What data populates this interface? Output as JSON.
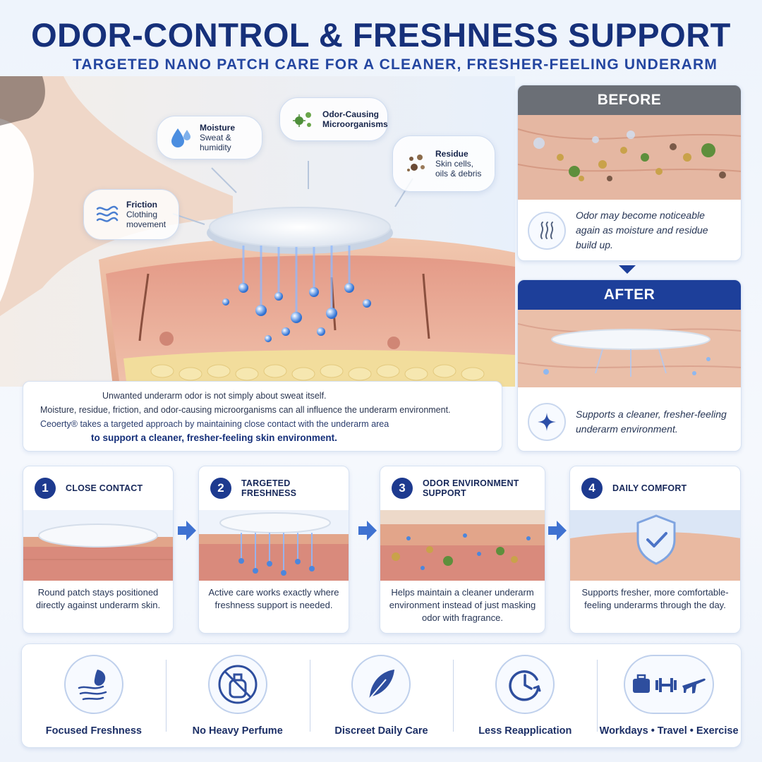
{
  "header": {
    "title": "ODOR-CONTROL & FRESHNESS SUPPORT",
    "subtitle": "TARGETED NANO PATCH CARE FOR A CLEANER, FRESHER-FEELING UNDERARM"
  },
  "callouts": {
    "moisture": {
      "title": "Moisture",
      "desc": "Sweat & humidity",
      "icon": "water-drops-icon"
    },
    "microorganisms": {
      "title": "Odor-Causing Microorganisms",
      "icon": "microbe-icon"
    },
    "residue": {
      "title": "Residue",
      "desc": "Skin cells, oils & debris",
      "icon": "particles-icon"
    },
    "friction": {
      "title": "Friction",
      "desc": "Clothing movement",
      "icon": "wave-lines-icon"
    }
  },
  "explanation": {
    "line1": "Unwanted underarm odor is not simply about sweat itself.",
    "line2": "Moisture, residue, friction, and odor-causing microorganisms can all influence the underarm environment.",
    "line3": "Ceoerty® takes a targeted approach by maintaining close contact with the underarm area",
    "line4": "to support a cleaner, fresher-feeling skin environment."
  },
  "before": {
    "label": "BEFORE",
    "text": "Odor may become noticeable again as moisture and residue build up.",
    "icon": "odor-waves-icon",
    "color": "#6b6f76"
  },
  "after": {
    "label": "AFTER",
    "text": "Supports a cleaner, fresher-feeling underarm environment.",
    "icon": "sparkle-icon",
    "color": "#1d3f9a"
  },
  "steps": [
    {
      "num": "1",
      "title": "CLOSE CONTACT",
      "text": "Round patch stays positioned directly against underarm skin."
    },
    {
      "num": "2",
      "title": "TARGETED FRESHNESS",
      "text": "Active care works exactly where freshness support is needed."
    },
    {
      "num": "3",
      "title": "ODOR ENVIRONMENT SUPPORT",
      "text": "Helps maintain a cleaner underarm environment instead of just masking odor with fragrance."
    },
    {
      "num": "4",
      "title": "DAILY COMFORT",
      "text": "Supports fresher, more comfortable-feeling underarms through the day."
    }
  ],
  "features": [
    {
      "label": "Focused Freshness",
      "icon": "leaf-wind-icon"
    },
    {
      "label": "No Heavy Perfume",
      "icon": "no-perfume-icon"
    },
    {
      "label": "Discreet Daily Care",
      "icon": "feather-icon"
    },
    {
      "label": "Less Reapplication",
      "icon": "clock-icon"
    },
    {
      "label": "Workdays • Travel • Exercise",
      "icon": "lifestyle-icons"
    }
  ],
  "colors": {
    "navy": "#16307a",
    "accent": "#1d3f9a",
    "skin": "#e9b59c",
    "dermis": "#d98a7c",
    "fat": "#f1dc9a"
  }
}
